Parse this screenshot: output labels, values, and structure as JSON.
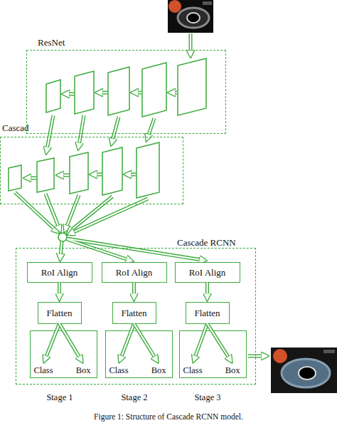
{
  "diagram": {
    "caption": "Figure 1: Structure of Cascade RCNN model.",
    "nodes": [
      {
        "text": [
          "ResNet"
        ]
      },
      {
        "text": [
          "Cascad"
        ]
      },
      {
        "text": [
          "Cascade RCNN"
        ]
      },
      {
        "text": [
          "RoI Align"
        ],
        "in": 2
      },
      {
        "text": [
          "RoI Align"
        ],
        "in": 2
      },
      {
        "text": [
          "RoI Align"
        ],
        "in": 2
      },
      {
        "text": [
          "Flatten"
        ],
        "in": 2
      },
      {
        "text": [
          "Flatten"
        ],
        "in": 2
      },
      {
        "text": [
          "Flatten"
        ],
        "in": 2
      },
      {
        "text": [
          "Class",
          "Box"
        ],
        "in": 2
      },
      {
        "text": [
          "Class",
          "Box"
        ],
        "in": 2
      },
      {
        "text": [
          "Class",
          "Box"
        ],
        "in": 2
      }
    ],
    "edges": [
      {
        "from": 3,
        "to": 6,
        "arrow": "to"
      },
      {
        "from": 4,
        "to": 7,
        "arrow": "to"
      },
      {
        "from": 5,
        "to": 8,
        "arrow": "to"
      },
      {
        "from": 6,
        "to": 9,
        "arrow": "to"
      },
      {
        "from": 6,
        "to": 9,
        "arrow": "to"
      },
      {
        "from": 7,
        "to": 10,
        "arrow": "to"
      },
      {
        "from": 7,
        "to": 10,
        "arrow": "to"
      },
      {
        "from": 8,
        "to": 11,
        "arrow": "to"
      },
      {
        "from": 8,
        "to": 11,
        "arrow": "to"
      }
    ],
    "labels": [
      "Stage 1",
      "Stage 2",
      "Stage 3"
    ]
  }
}
